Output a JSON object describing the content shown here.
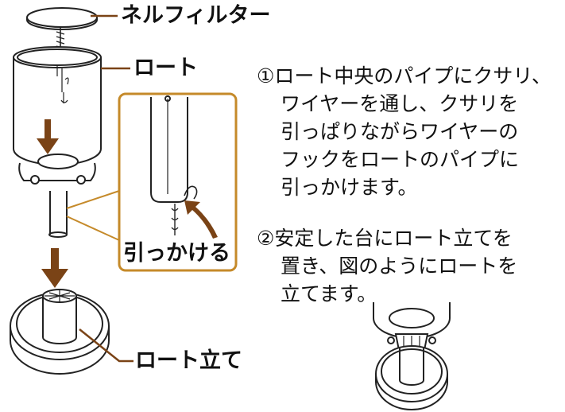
{
  "labels": {
    "filter": "ネルフィルター",
    "funnel": "ロート",
    "hook": "引っかける",
    "stand": "ロート立て"
  },
  "steps": [
    {
      "num": "①",
      "lines": [
        "ロート中央のパイプにクサリ、",
        "ワイヤーを通し、クサリを",
        "引っぱりながらワイヤーの",
        "フックをロートのパイプに",
        "引っかけます。"
      ]
    },
    {
      "num": "②",
      "lines": [
        "安定した台にロート立てを",
        "置き、図のようにロートを",
        "立てます。"
      ]
    }
  ],
  "colors": {
    "leader": "#7a4316",
    "arrow": "#7a4316",
    "line": "#222222",
    "callout_border": "#c58a2a"
  }
}
